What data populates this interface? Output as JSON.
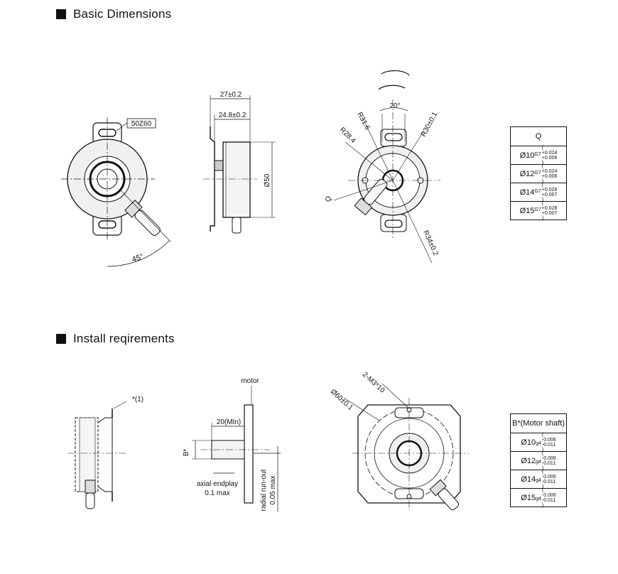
{
  "sections": {
    "basic": {
      "title": "Basic Dimensions"
    },
    "install": {
      "title": "Install reqirements"
    }
  },
  "front_view": {
    "model_label": "50Z60",
    "angle_label": "45°"
  },
  "side_view": {
    "dim_total": "27±0.2",
    "dim_body": "24.8±0.2",
    "dim_dia": "Ø50"
  },
  "back_view": {
    "angle": "20°",
    "r1": "R31.6",
    "r2": "R28.4",
    "r3": "R30±0.1",
    "r4": "R34±0.2",
    "q_label": "Q"
  },
  "table_q": {
    "header": "Q",
    "rows": [
      {
        "dia": "Ø10",
        "fit": "G7",
        "upper": "+0.024",
        "lower": "+0.006"
      },
      {
        "dia": "Ø12",
        "fit": "G7",
        "upper": "+0.024",
        "lower": "+0.006"
      },
      {
        "dia": "Ø14",
        "fit": "G7",
        "upper": "+0.028",
        "lower": "+0.007"
      },
      {
        "dia": "Ø15",
        "fit": "G7",
        "upper": "+0.028",
        "lower": "+0.007"
      }
    ]
  },
  "install_left": {
    "note": "*(1)"
  },
  "install_mid": {
    "motor": "motor",
    "length": "20(MIn)",
    "b_label": "B*",
    "axial": "axial endplay",
    "axial_val": "0.1 max",
    "radial": "radial run-out",
    "radial_val": "0.05 max"
  },
  "install_right": {
    "dia": "Ø60±0.1",
    "screws": "2-M3*10"
  },
  "table_b": {
    "header": "B*(Motor shaft)",
    "rows": [
      {
        "dia": "Ø10",
        "fit": "g4",
        "upper": "-0.006",
        "lower": "-0.011"
      },
      {
        "dia": "Ø12",
        "fit": "g4",
        "upper": "-0.006",
        "lower": "-0.011"
      },
      {
        "dia": "Ø14",
        "fit": "g4",
        "upper": "-0.006",
        "lower": "-0.011"
      },
      {
        "dia": "Ø15",
        "fit": "g4",
        "upper": "-0.006",
        "lower": "-0.011"
      }
    ]
  }
}
